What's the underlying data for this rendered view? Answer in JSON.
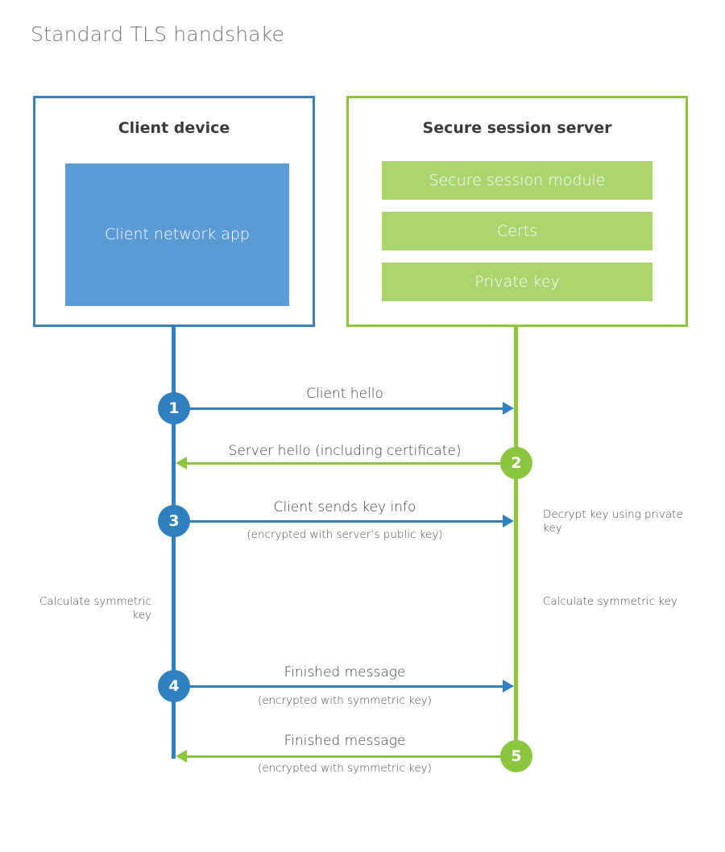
{
  "title": "Standard TLS handshake",
  "client": {
    "box_title": "Client device",
    "app_label": "Client network app",
    "accent_color": "#3a7fc1",
    "fill_color": "#5b9bd5"
  },
  "server": {
    "box_title": "Secure session server",
    "accent_color": "#8cc63e",
    "fill_color": "#a9d46e",
    "blocks": [
      {
        "label": "Secure session module"
      },
      {
        "label": "Certs"
      },
      {
        "label": "Private key"
      }
    ]
  },
  "steps": [
    {
      "number": "1",
      "direction": "client-to-server",
      "color": "#2f7fc1",
      "label": "Client hello",
      "sublabel": ""
    },
    {
      "number": "2",
      "direction": "server-to-client",
      "color": "#8cc63e",
      "label": "Server hello (including certificate)",
      "sublabel": ""
    },
    {
      "number": "3",
      "direction": "client-to-server",
      "color": "#2f7fc1",
      "label": "Client sends key info",
      "sublabel": "(encrypted with server’s public key)"
    },
    {
      "number": "4",
      "direction": "client-to-server",
      "color": "#2f7fc1",
      "label": "Finished message",
      "sublabel": "(encrypted with symmetric key)"
    },
    {
      "number": "5",
      "direction": "server-to-client",
      "color": "#8cc63e",
      "label": "Finished message",
      "sublabel": "(encrypted with symmetric key)"
    }
  ],
  "notes": {
    "decrypt_key": "Decrypt key using private key",
    "calculate_symmetric_key_client": "Calculate symmetric key",
    "calculate_symmetric_key_server": "Calculate symmetric key"
  }
}
